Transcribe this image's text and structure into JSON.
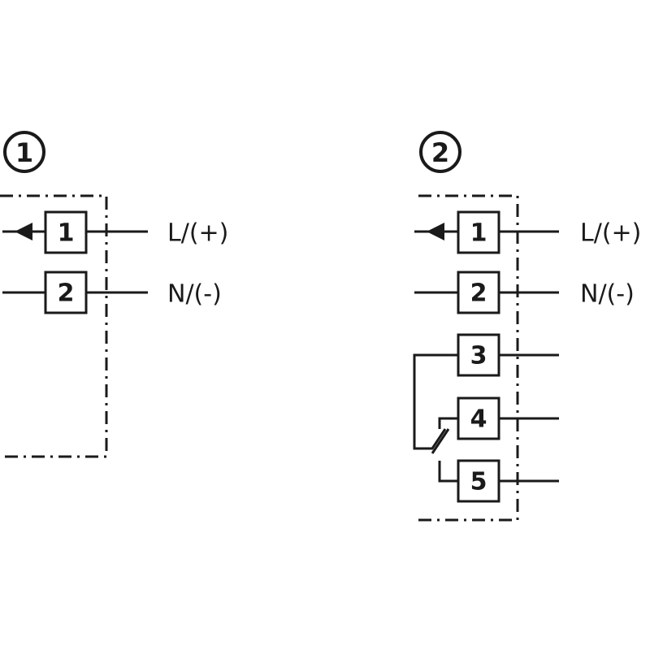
{
  "diagram_1": {
    "reference": "1",
    "terminals": [
      {
        "number": "1",
        "label": "L/(+)"
      },
      {
        "number": "2",
        "label": "N/(-)"
      }
    ]
  },
  "diagram_2": {
    "reference": "2",
    "terminals": [
      {
        "number": "1",
        "label": "L/(+)"
      },
      {
        "number": "2",
        "label": "N/(-)"
      },
      {
        "number": "3",
        "label": ""
      },
      {
        "number": "4",
        "label": ""
      },
      {
        "number": "5",
        "label": ""
      }
    ]
  },
  "colors": {
    "line": "#1a1a1a",
    "background": "#ffffff"
  }
}
